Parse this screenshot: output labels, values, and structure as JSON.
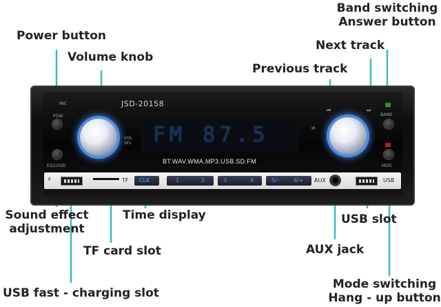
{
  "callouts": {
    "power_button": "Power button",
    "volume_knob": "Volume knob",
    "band_switching_line1": "Band switching",
    "band_switching_line2": "Answer button",
    "next_track": "Next track",
    "previous_track": "Previous track",
    "sound_effect_line1": "Sound effect",
    "sound_effect_line2": "adjustment",
    "time_display": "Time display",
    "usb_slot": "USB slot",
    "tf_card_slot": "TF card slot",
    "aux_jack": "AUX jack",
    "usb_fast_charging_slot": "USB fast - charging slot",
    "mode_switching_line1": "Mode switching",
    "mode_switching_line2": "Hang - up button"
  },
  "device": {
    "model": "JSD-20158",
    "display": "FM 87.5",
    "formats": "BT.WAV.WMA.MP3.USB.SD.FM",
    "labels": {
      "mic": "MIC",
      "pow": "POW",
      "eq_loud": "EQ/LOUD",
      "vol_sel": "VOL SEL",
      "ir": "IR",
      "band": "BAND",
      "mod": "MOD",
      "tf": "TF",
      "aux": "AUX",
      "usb": "USB"
    },
    "buttons": {
      "clk": "CLK",
      "b1": "1",
      "b2": "2",
      "b3": "3",
      "b4": "4",
      "b5": "5/-",
      "b6": "6/+"
    },
    "icons": {
      "previous": "previous-track-icon",
      "next": "next-track-icon",
      "answer": "phone-answer-icon",
      "hangup": "phone-hangup-icon"
    },
    "accent_color": "#4f8fe0",
    "leader_color": "#3bb8c4"
  }
}
